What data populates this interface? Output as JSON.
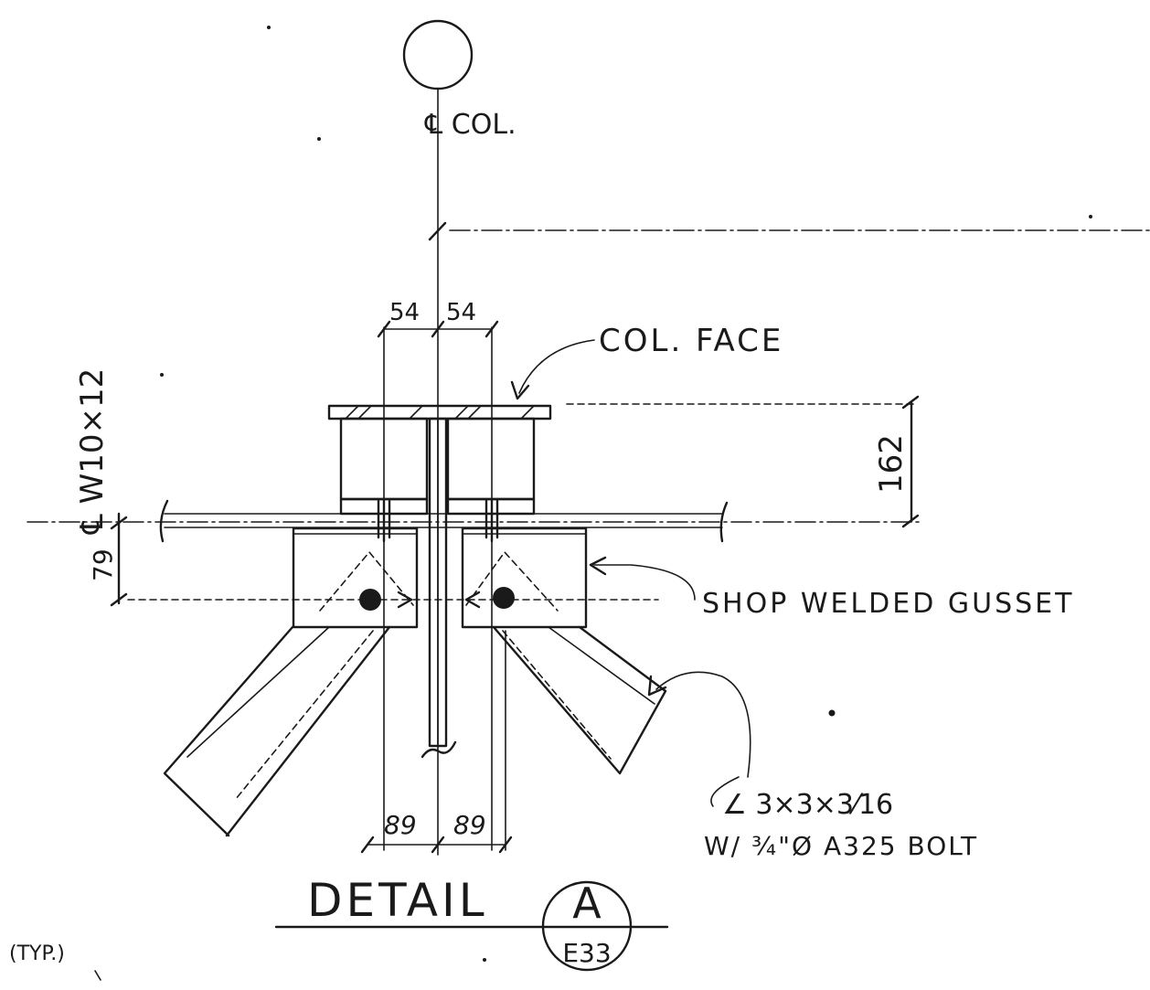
{
  "drawing": {
    "column_label": "℄ COL.",
    "column_face_label": "COL. FACE",
    "beam_label": "℄ W10×12",
    "gusset_label": "SHOP WELDED GUSSET",
    "angle_label": "∠ 3×3×3⁄16",
    "bolt_label": "W/ ¾\"Ø A325 BOLT",
    "typ_label": "(TYP.)",
    "dims": {
      "top_left": "54",
      "top_right": "54",
      "bottom_left": "89",
      "bottom_right": "89",
      "height_right": "162",
      "height_left": "79"
    },
    "detail": {
      "title": "DETAIL",
      "mark": "A",
      "sheet": "E33"
    }
  },
  "colors": {
    "ink": "#1a1a1a",
    "paper": "#ffffff"
  }
}
